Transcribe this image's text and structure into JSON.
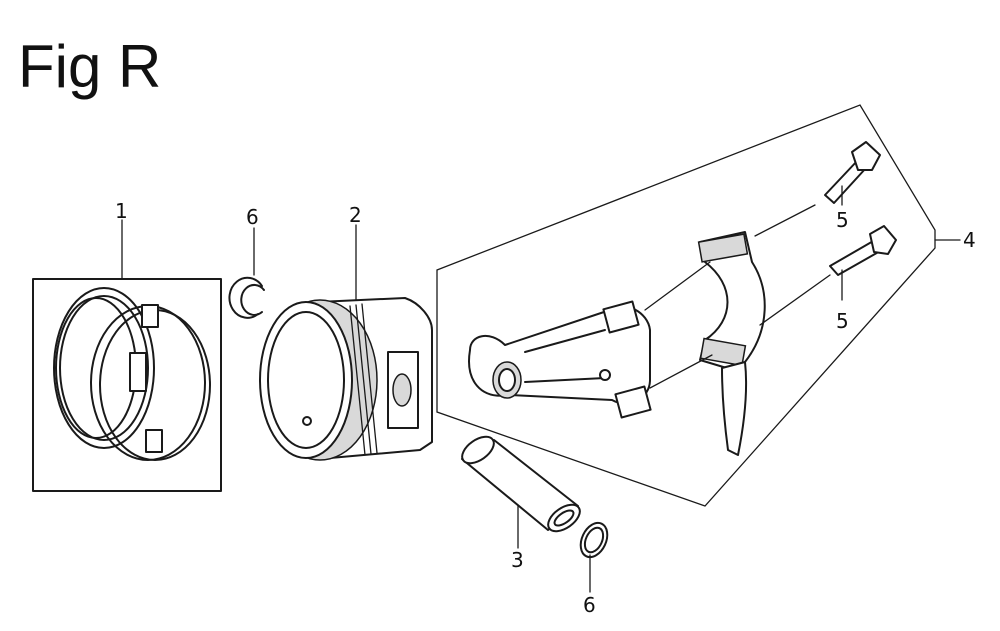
{
  "figure": {
    "title": "Fig R"
  },
  "callouts": {
    "piston_rings": "1",
    "piston": "2",
    "piston_pin": "3",
    "connecting_rod": "4",
    "bolt_upper": "5",
    "bolt_lower": "5",
    "clip_upper": "6",
    "clip_lower": "6"
  }
}
